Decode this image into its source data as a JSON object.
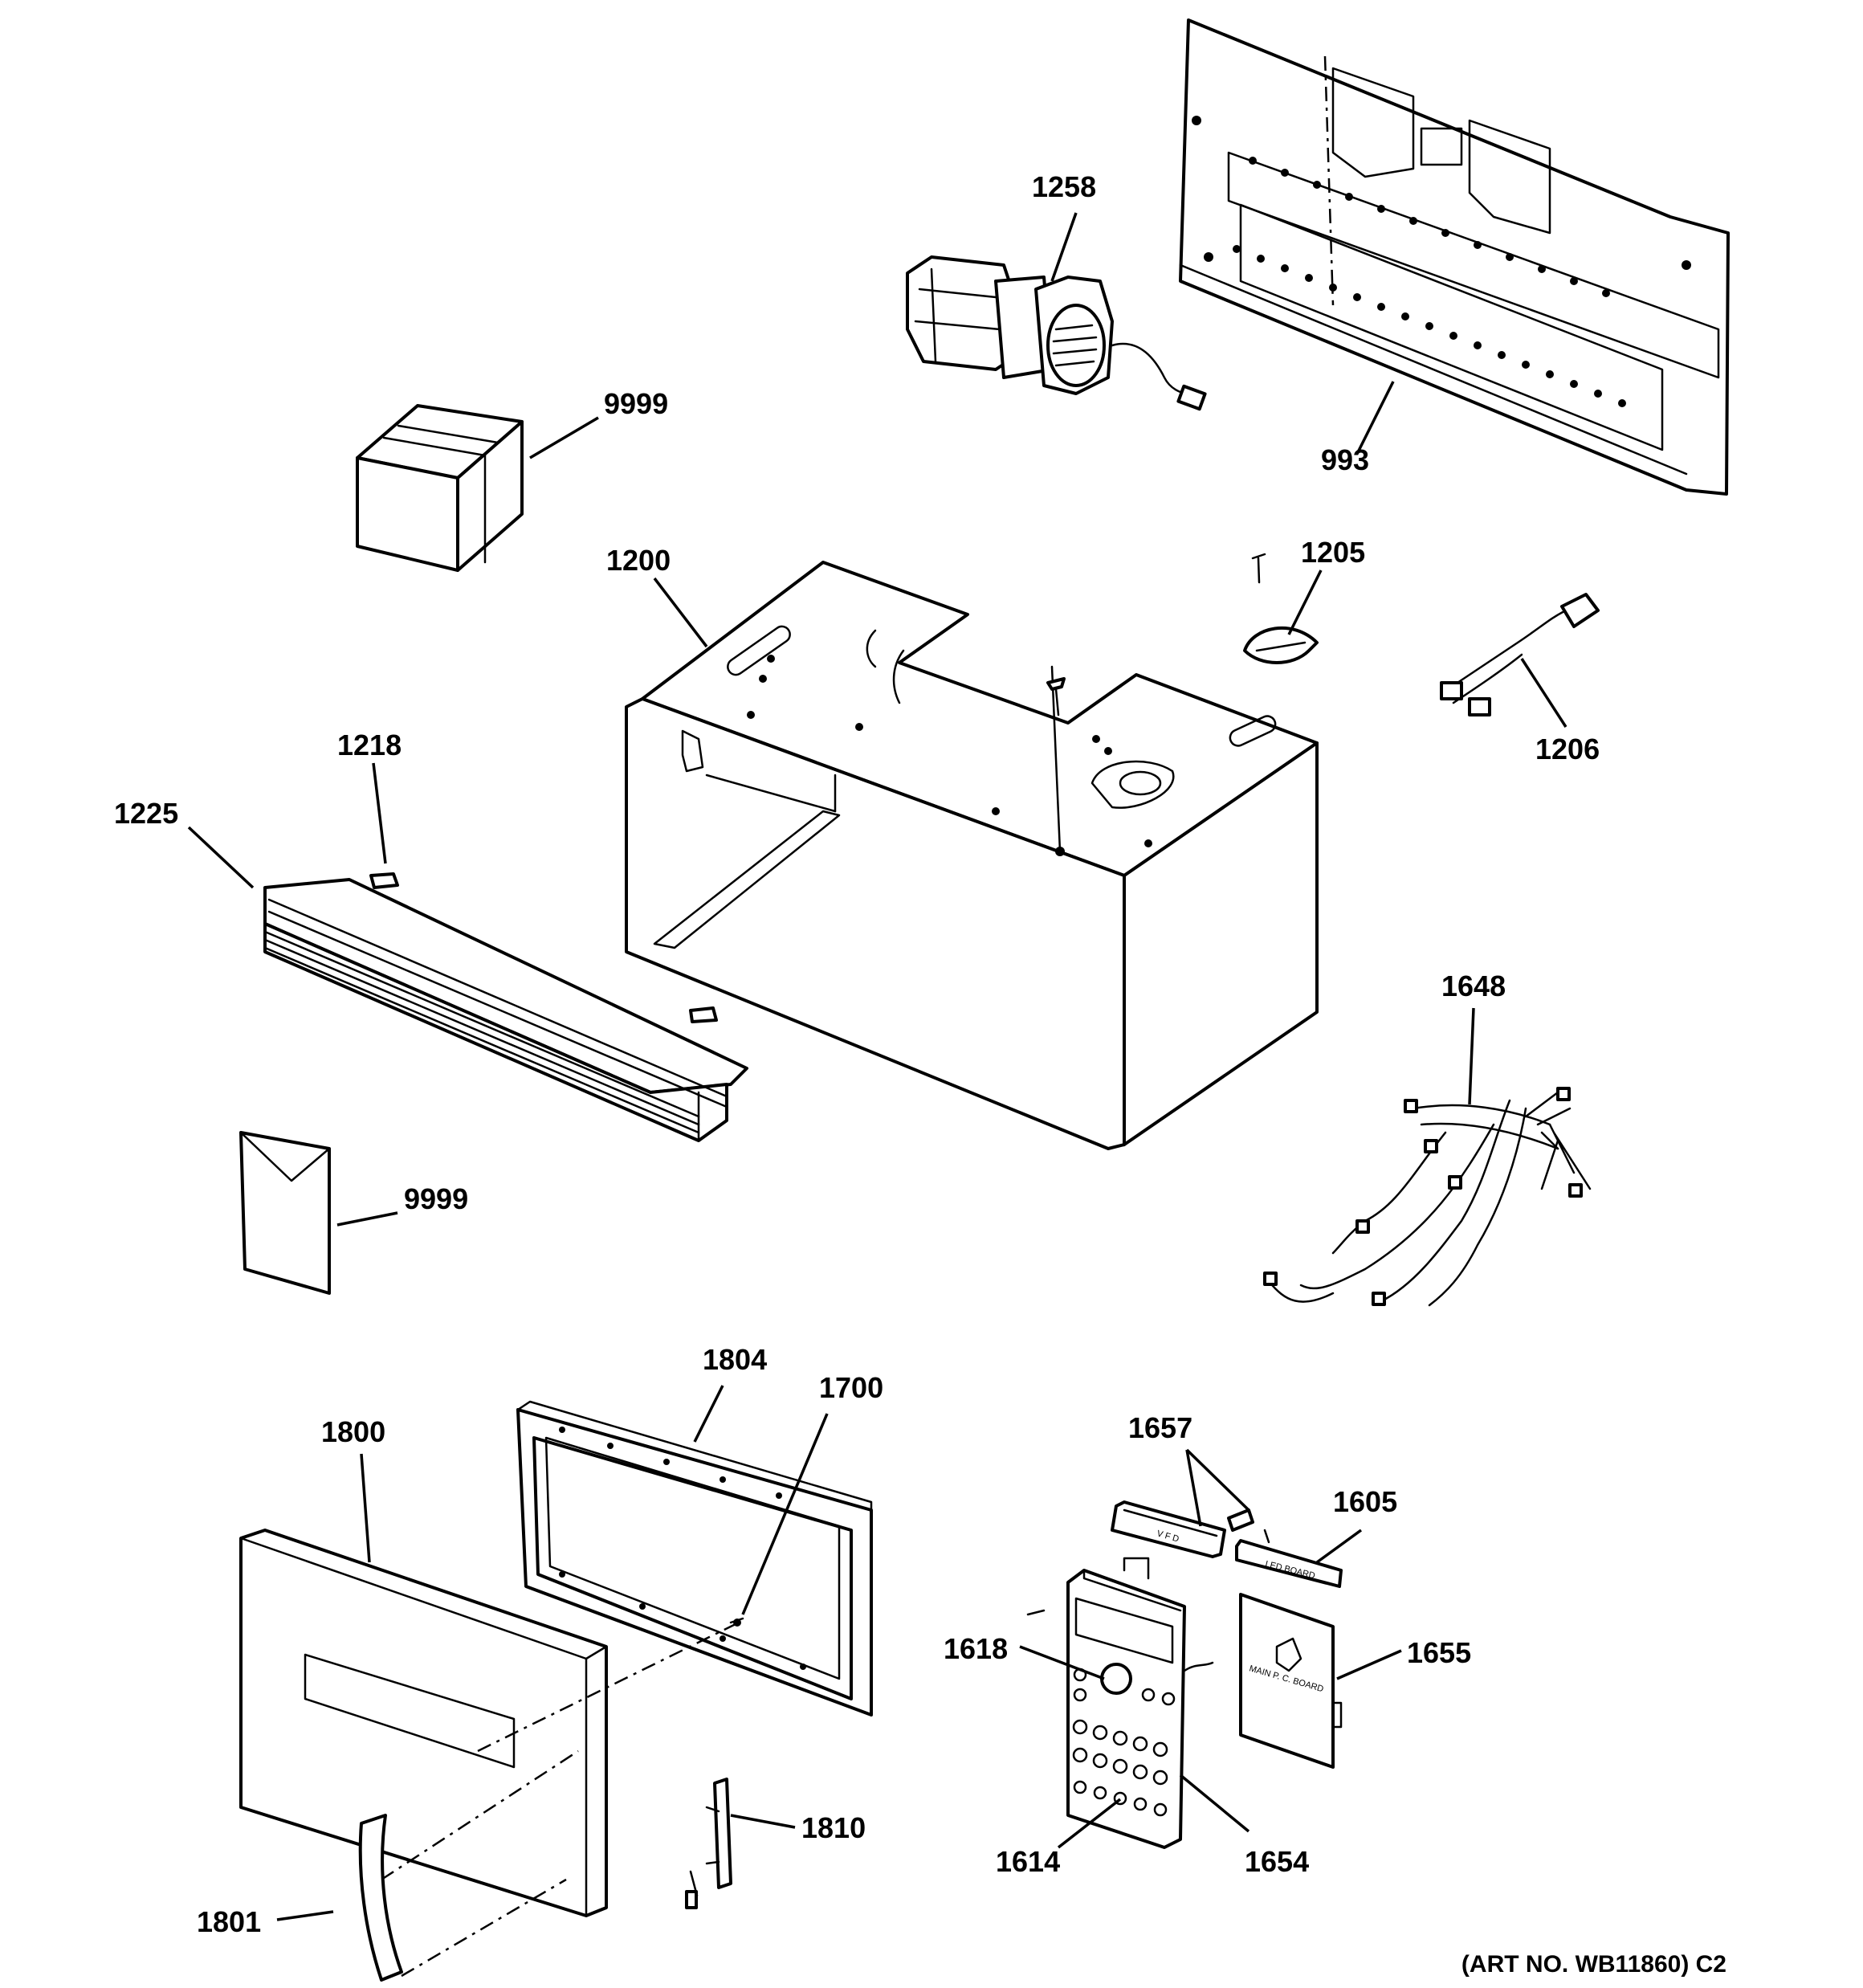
{
  "parts": {
    "p993": "993",
    "p1258": "1258",
    "p9999a": "9999",
    "p1200": "1200",
    "p1205": "1205",
    "p1206": "1206",
    "p1218": "1218",
    "p1225": "1225",
    "p9999b": "9999",
    "p1648": "1648",
    "p1804": "1804",
    "p1700": "1700",
    "p1800": "1800",
    "p1657": "1657",
    "p1605": "1605",
    "p1618": "1618",
    "p1655": "1655",
    "p1810": "1810",
    "p1614": "1614",
    "p1654": "1654",
    "p1801": "1801"
  },
  "board_text": {
    "vfd": "V F D",
    "led_board": "LED BOARD",
    "main_pc_board": "MAIN P. C. BOARD"
  },
  "art_no": "(ART NO. WB11860) C2"
}
